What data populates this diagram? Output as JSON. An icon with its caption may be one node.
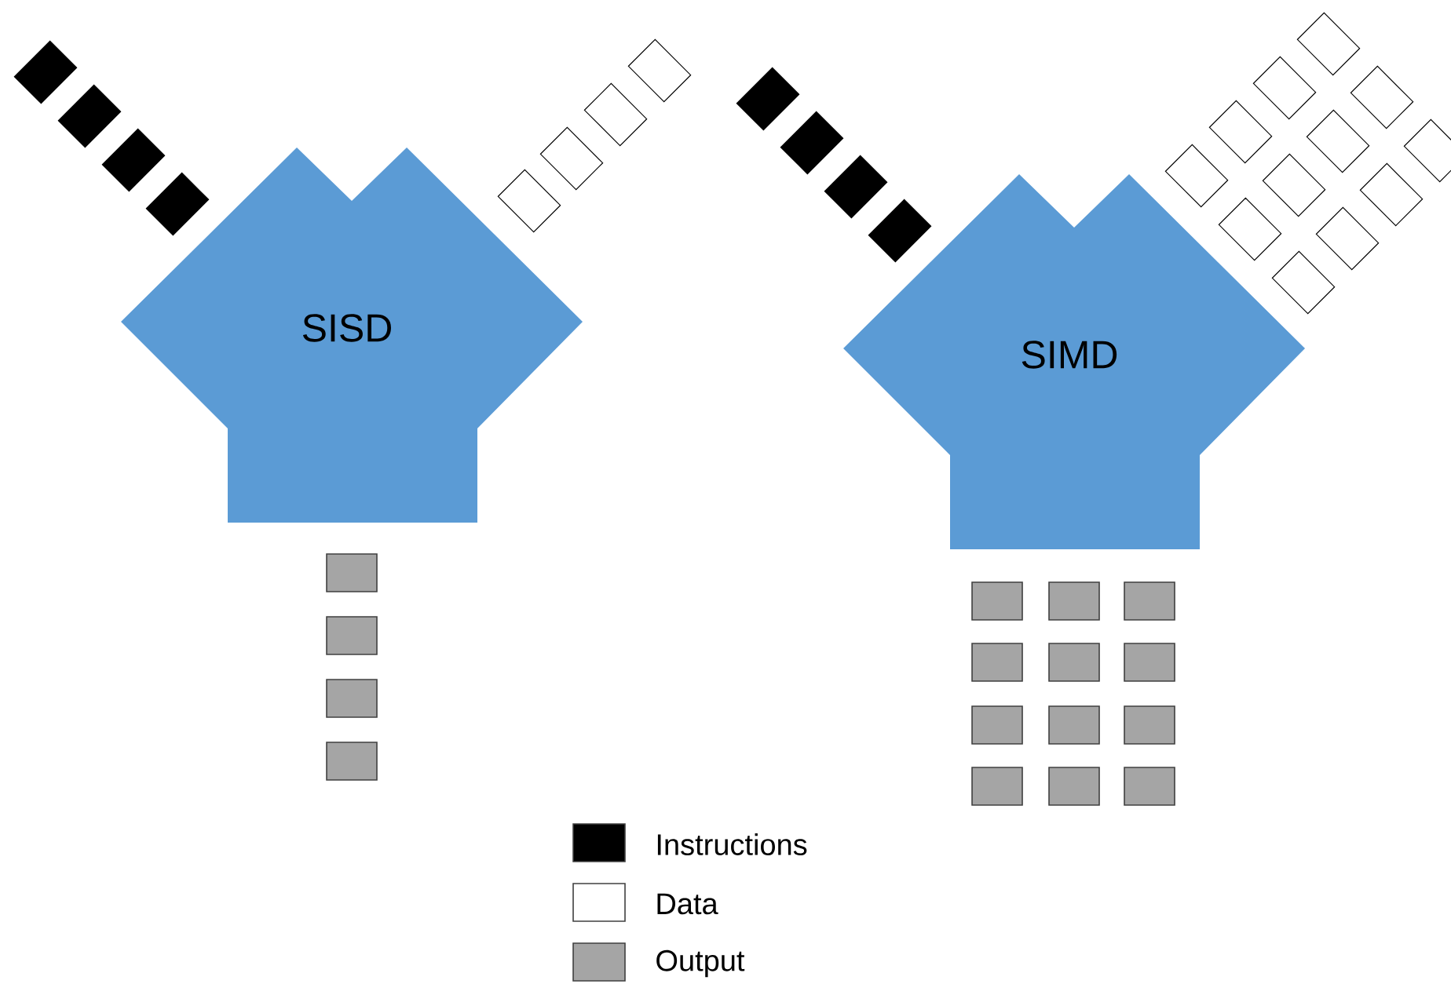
{
  "diagram": {
    "nodes": [
      {
        "text": [
          "SISD"
        ]
      },
      {
        "text": [
          "SIMD"
        ]
      }
    ],
    "legend": [
      {
        "text": "Instructions",
        "color": "#000000"
      },
      {
        "text": "Data"
      },
      {
        "text": "Output",
        "color": "#a5a5a5"
      }
    ]
  }
}
